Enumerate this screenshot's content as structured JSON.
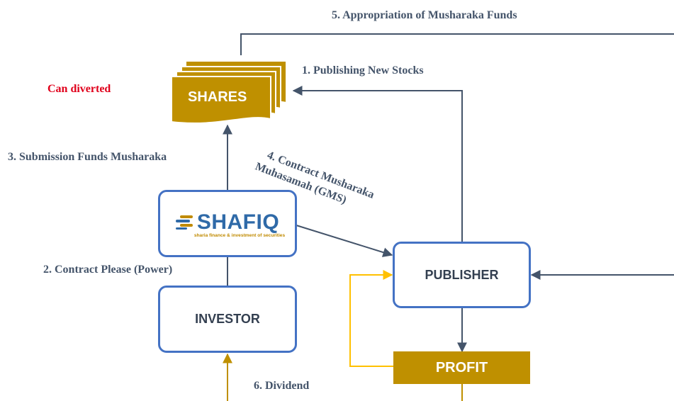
{
  "labels": {
    "appropriation": "5. Appropriation of Musharaka  Funds",
    "publishing": "1. Publishing New Stocks",
    "can_diverted": "Can diverted",
    "submission": "3. Submission Funds Musharaka",
    "contract_gms_line1": "4. Contract Musharaka",
    "contract_gms_line2": "Muhasamah (GMS)",
    "contract_please": "2. Contract Please  (Power)",
    "dividend": "6. Dividend"
  },
  "nodes": {
    "shares": "SHARES",
    "shafiq": "SHAFIQ",
    "shafiq_tagline": "sharia finance & investment of securities",
    "investor": "INVESTOR",
    "publisher": "PUBLISHER",
    "profit": "PROFIT"
  },
  "colors": {
    "gold": "#bf9000",
    "blue_border": "#4472c4",
    "arrow": "#44546a",
    "gold_arrow": "#ffc000",
    "label": "#44546a",
    "alert": "#e0001b"
  },
  "icons": {
    "shafiq_logo": "shafiq-logo-icon",
    "shares_stack": "document-stack-icon"
  }
}
